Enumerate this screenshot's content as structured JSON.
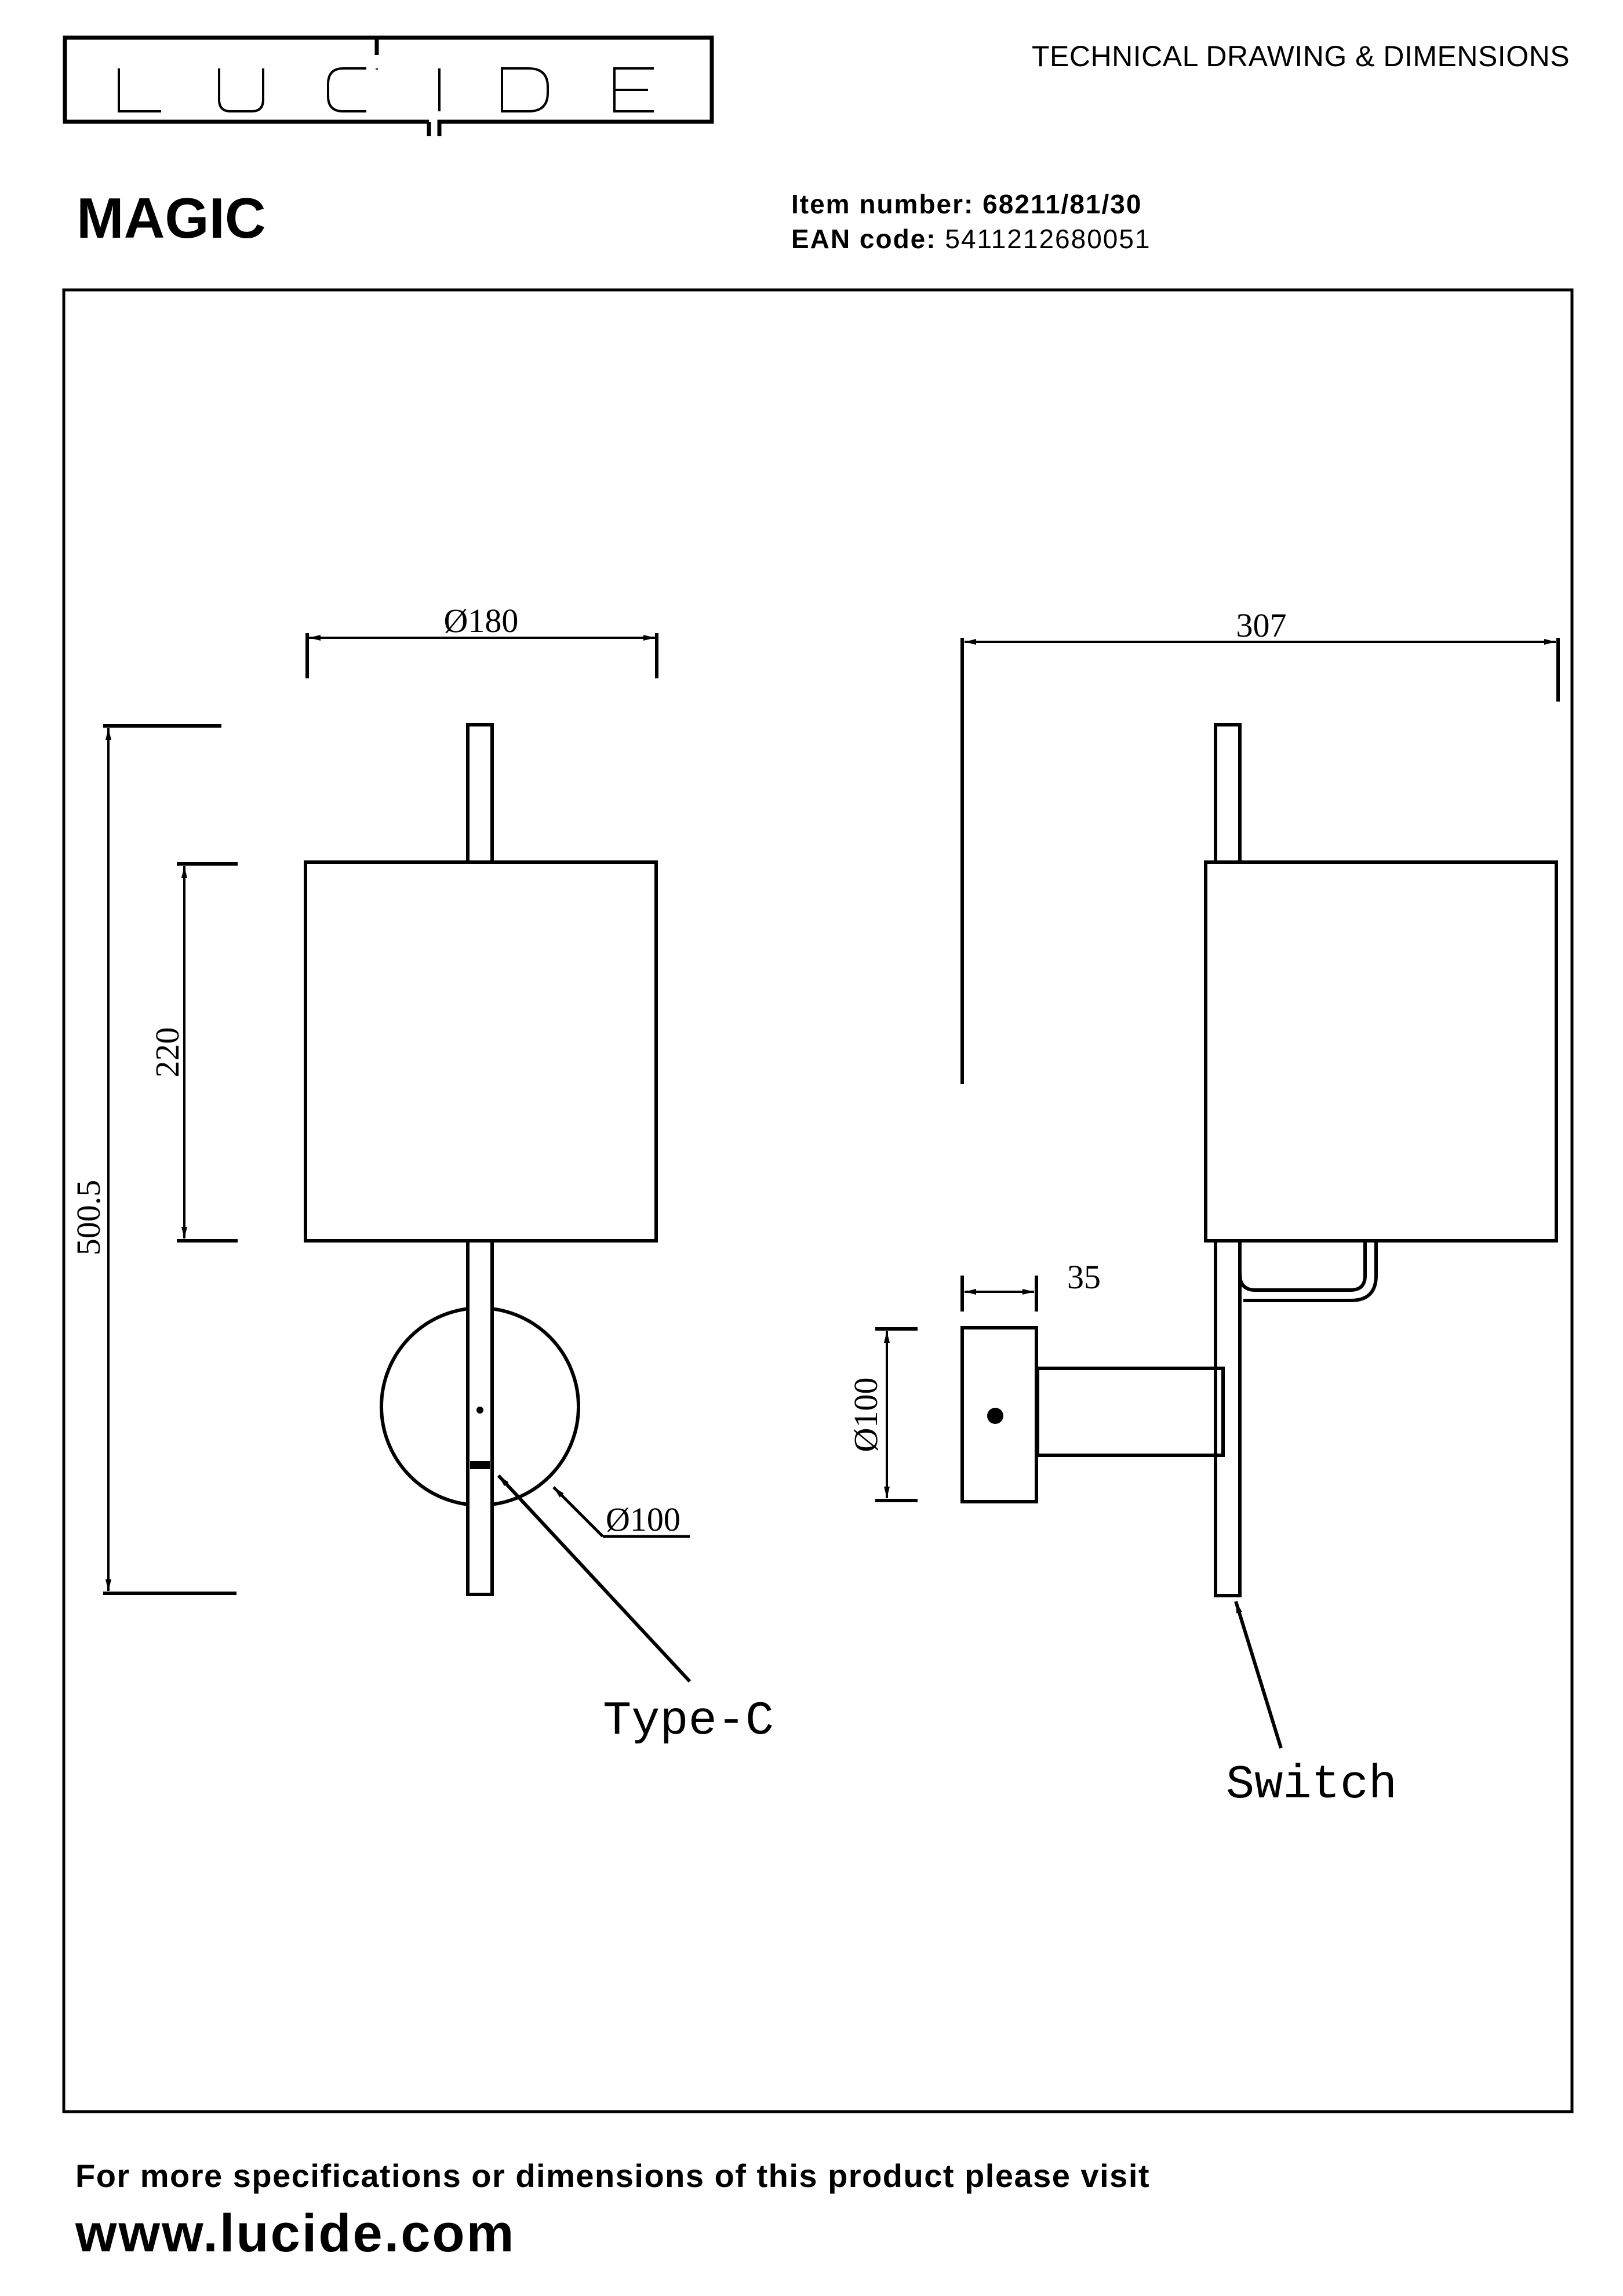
{
  "header": {
    "brand": "LUCIDE",
    "doc_type": "TECHNICAL DRAWING & DIMENSIONS"
  },
  "product": {
    "name": "MAGIC",
    "item_number_label": "Item number:",
    "item_number": "68211/81/30",
    "ean_label": "EAN code:",
    "ean": "5411212680051"
  },
  "drawing": {
    "front": {
      "width_dim": "Ø180",
      "shade_height_dim": "220",
      "total_height_dim": "500.5",
      "backplate_dim": "Ø100",
      "port_label": "Type-C"
    },
    "side": {
      "depth_dim": "307",
      "backplate_depth_dim": "35",
      "backplate_dim": "Ø100",
      "switch_label": "Switch"
    }
  },
  "footer": {
    "note": "For more specifications or dimensions of this product please visit",
    "url": "www.lucide.com"
  }
}
